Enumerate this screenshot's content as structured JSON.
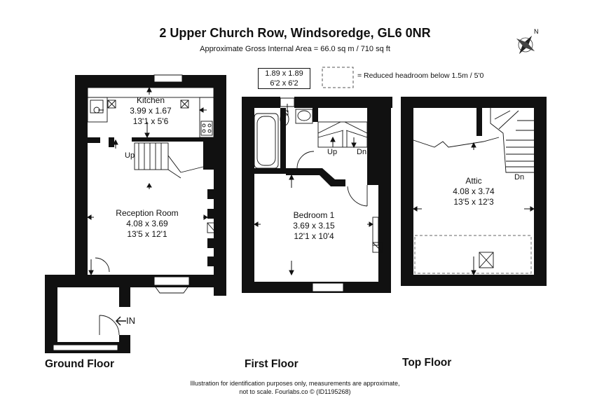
{
  "header": {
    "title": "2 Upper Church Row, Windsoredge, GL6 0NR",
    "subtitle": "Approximate Gross Internal Area = 66.0 sq m / 710 sq ft"
  },
  "legend": {
    "text": "= Reduced headroom below 1.5m / 5'0"
  },
  "inset": {
    "line1": "1.89 x 1.89",
    "line2": "6'2 x 6'2"
  },
  "compass": {
    "label": "N"
  },
  "rooms": {
    "kitchen": {
      "name": "Kitchen",
      "metric": "3.99 x 1.67",
      "imperial": "13'1 x 5'6"
    },
    "reception": {
      "name": "Reception Room",
      "metric": "4.08 x 3.69",
      "imperial": "13'5 x 12'1"
    },
    "bedroom1": {
      "name": "Bedroom 1",
      "metric": "3.69 x 3.15",
      "imperial": "12'1 x 10'4"
    },
    "attic": {
      "name": "Attic",
      "metric": "4.08 x 3.74",
      "imperial": "13'5 x 12'3"
    }
  },
  "stairs": {
    "ground_up": "Up",
    "first_up": "Up",
    "first_dn": "Dn",
    "top_dn": "Dn"
  },
  "entrance": {
    "label": "IN"
  },
  "floors": {
    "ground": "Ground Floor",
    "first": "First Floor",
    "top": "Top Floor"
  },
  "footer": {
    "line1": "Illustration for identification purposes only, measurements are approximate,",
    "line2": "not to scale. Fourlabs.co © (ID1195268)"
  }
}
